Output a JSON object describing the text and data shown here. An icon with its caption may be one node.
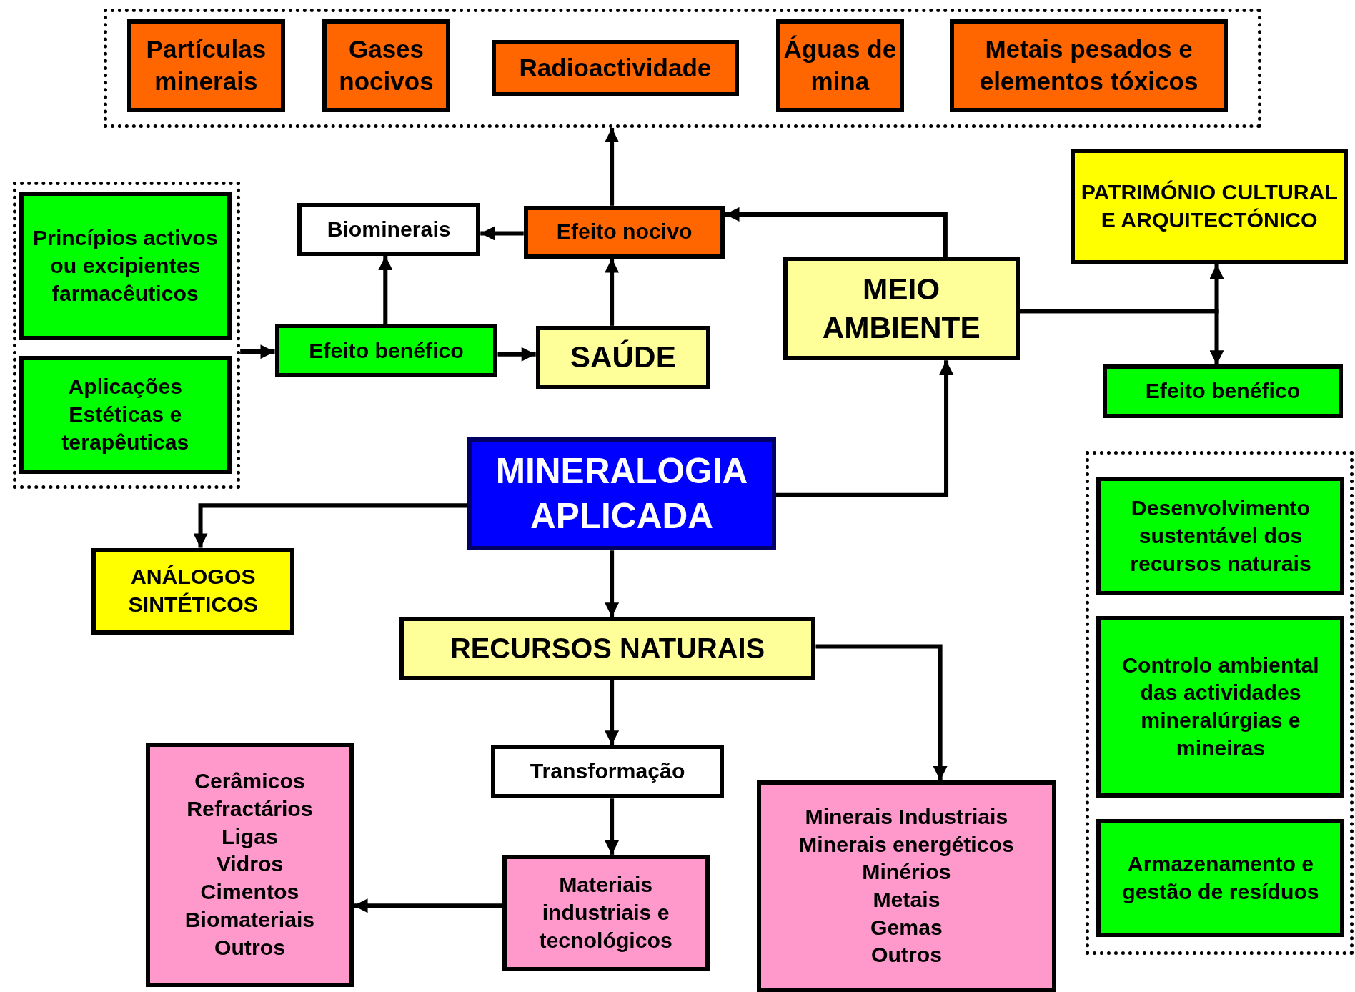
{
  "diagram": {
    "nodes": [
      {
        "text": [],
        "shape": "box"
      },
      {
        "text": [
          "Partículas minerais"
        ],
        "in": 0
      },
      {
        "text": [
          "Gases nocivos"
        ],
        "in": 0
      },
      {
        "text": [
          "Radioactividade"
        ],
        "in": 0
      },
      {
        "text": [
          "Águas de mina"
        ],
        "in": 0
      },
      {
        "text": [
          "Metais pesados e elementos tóxicos"
        ],
        "in": 0
      },
      {
        "text": [
          "Biominerais"
        ]
      },
      {
        "text": [
          "Efeito nocivo"
        ]
      },
      {
        "text": [
          "PATRIMÓNIO CULTURAL E ARQUITECTÓNICO"
        ]
      },
      {
        "text": [],
        "shape": "box"
      },
      {
        "text": [
          "Princípios activos ou excipientes farmacêuticos"
        ],
        "in": 9
      },
      {
        "text": [
          "Aplicações Estéticas e terapêuticas"
        ],
        "in": 9
      },
      {
        "text": [
          "Efeito benéfico"
        ]
      },
      {
        "text": [
          "SAÚDE"
        ]
      },
      {
        "text": [
          "MEIO AMBIENTE"
        ]
      },
      {
        "text": [
          "Efeito benéfico"
        ]
      },
      {
        "text": [
          "MINERALOGIA APLICADA"
        ]
      },
      {
        "text": [
          "ANÁLOGOS SINTÉTICOS"
        ]
      },
      {
        "text": [],
        "shape": "box"
      },
      {
        "text": [
          "Desenvolvimento sustentável dos recursos naturais"
        ],
        "in": 18
      },
      {
        "text": [
          "Controlo ambiental das actividades mineralúrgias e mineiras"
        ],
        "in": 18
      },
      {
        "text": [
          "Armazenamento e gestão de resíduos"
        ],
        "in": 18
      },
      {
        "text": [
          "RECURSOS NATURAIS"
        ]
      },
      {
        "text": [
          "Transformação"
        ]
      },
      {
        "text": [
          "Cerâmicos",
          "Refractários",
          "Ligas",
          "Vidros",
          "Cimentos",
          "Biomateriais",
          "Outros"
        ]
      },
      {
        "text": [
          "Materiais industriais e tecnológicos"
        ]
      },
      {
        "text": [
          "Minerais Industriais",
          "Minerais energéticos",
          "Minérios",
          "Metais",
          "Gemas",
          "Outros"
        ]
      }
    ],
    "edges": [
      {
        "from": 7,
        "to": 0,
        "arrow": "to"
      },
      {
        "from": 7,
        "to": 6,
        "arrow": "to"
      },
      {
        "from": 12,
        "to": 6,
        "arrow": "to"
      },
      {
        "from": 13,
        "to": 7,
        "arrow": "to"
      },
      {
        "from": 14,
        "to": 7,
        "arrow": "to"
      },
      {
        "from": 9,
        "to": 12,
        "arrow": "to"
      },
      {
        "from": 12,
        "to": 13,
        "arrow": "to"
      },
      {
        "from": 14,
        "to": 8,
        "arrow": "to"
      },
      {
        "from": 14,
        "to": 15,
        "arrow": "to"
      },
      {
        "from": 16,
        "to": 14,
        "arrow": "to"
      },
      {
        "from": 16,
        "to": 17,
        "arrow": "to"
      },
      {
        "from": 16,
        "to": 22,
        "arrow": "to"
      },
      {
        "from": 22,
        "to": 23,
        "arrow": "to"
      },
      {
        "from": 22,
        "to": 26,
        "arrow": "to"
      },
      {
        "from": 23,
        "to": 25,
        "arrow": "to"
      },
      {
        "from": 25,
        "to": 24,
        "arrow": "to"
      }
    ]
  }
}
